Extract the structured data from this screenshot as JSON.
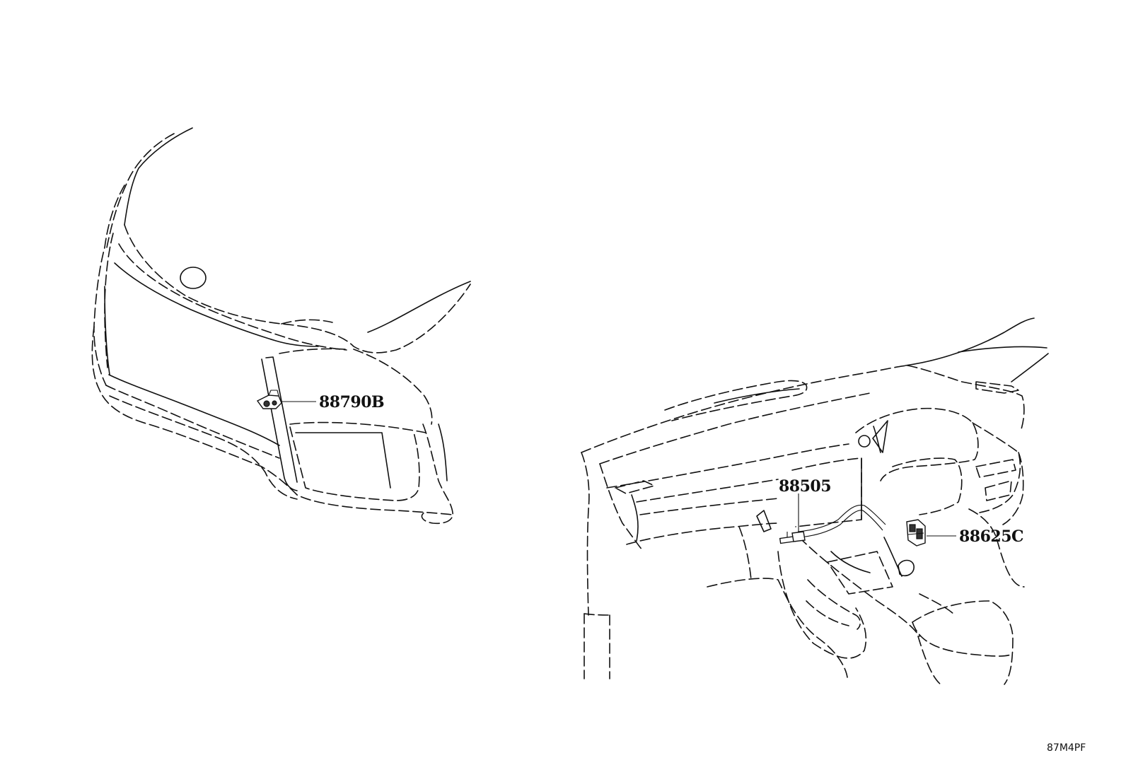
{
  "callouts": {
    "front_sensor": "88790B",
    "duct_sensor": "88505",
    "interior_sensor": "88625C"
  },
  "diagram_id": "87M4PF"
}
